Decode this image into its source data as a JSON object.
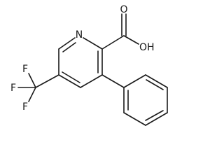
{
  "molecule": {
    "atoms": {
      "ring_nitrogen": "N",
      "carbonyl_oxygen": "O",
      "hydroxyl_group": "OH",
      "fluorine_left": "F",
      "fluorine_top": "F",
      "fluorine_bottom": "F"
    }
  },
  "colors": {
    "bond": "#1a1a1a",
    "label": "#1a1a1a",
    "background": "#ffffff"
  }
}
